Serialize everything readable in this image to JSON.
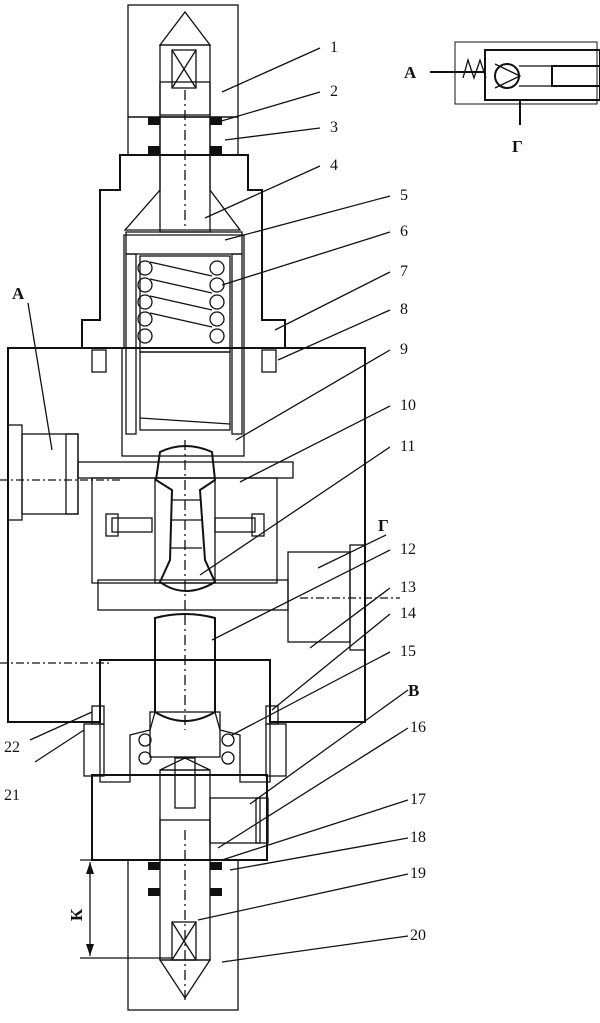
{
  "part_labels": [
    "1",
    "2",
    "3",
    "4",
    "5",
    "6",
    "7",
    "8",
    "9",
    "10",
    "11",
    "12",
    "13",
    "14",
    "15",
    "16",
    "17",
    "18",
    "19",
    "20",
    "21",
    "22"
  ],
  "port_labels": {
    "inlet": "А",
    "outlet": "Г",
    "drain": "В"
  },
  "dimension_label": "К",
  "symbol": {
    "inlet": "А",
    "outlet": "Г",
    "spring": "\\/\\/"
  }
}
